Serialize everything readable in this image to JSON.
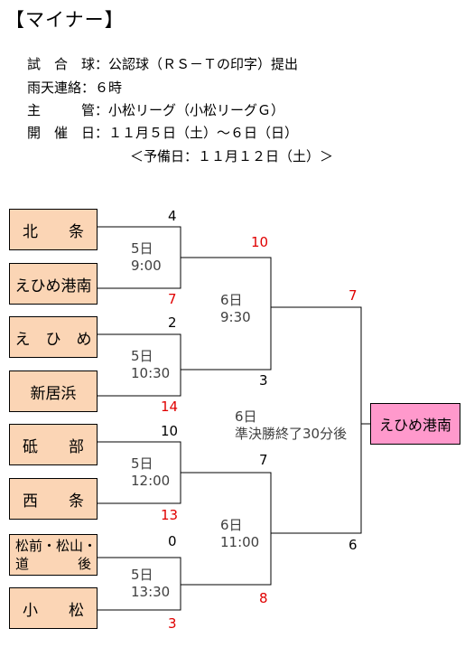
{
  "title": "【マイナー】",
  "info": {
    "ball_label": "試　合　球：",
    "ball_value": "公認球（ＲＳ－Ｔの印字）提出",
    "rain_label": "雨天連絡：",
    "rain_value": "６時",
    "host_label": "主　　　管：",
    "host_value": "小松リーグ（小松リーグＧ）",
    "dates_label": "開　催　日：",
    "dates_value": "１１月５日（土）～６日（日）",
    "reserve": "＜予備日：１１月１２日（土）＞"
  },
  "teams": [
    {
      "name": "北　　条"
    },
    {
      "name": "えひめ港南"
    },
    {
      "name": "え　ひ　め"
    },
    {
      "name": "新居浜"
    },
    {
      "name": "砥　　部"
    },
    {
      "name": "西　　条"
    },
    {
      "line1": "松前・松山・",
      "line2": "道　　後"
    },
    {
      "name": "小　　松"
    }
  ],
  "champion": "えひめ港南",
  "round1": [
    {
      "top_score": "4",
      "bottom_score": "7",
      "day": "5日",
      "time": "9:00"
    },
    {
      "top_score": "2",
      "bottom_score": "14",
      "day": "5日",
      "time": "10:30"
    },
    {
      "top_score": "10",
      "bottom_score": "13",
      "day": "5日",
      "time": "12:00"
    },
    {
      "top_score": "0",
      "bottom_score": "3",
      "day": "5日",
      "time": "13:30"
    }
  ],
  "round2": [
    {
      "top_score": "10",
      "bottom_score": "3",
      "day": "6日",
      "time": "9:30"
    },
    {
      "top_score": "7",
      "bottom_score": "8",
      "day": "6日",
      "time": "11:00"
    }
  ],
  "final": {
    "top_score": "7",
    "bottom_score": "6",
    "day": "6日",
    "time": "準決勝終了30分後"
  },
  "colors": {
    "winner_score": "#e00000",
    "team_box": "#fbd5b5",
    "champion_box": "#ff99cc"
  }
}
